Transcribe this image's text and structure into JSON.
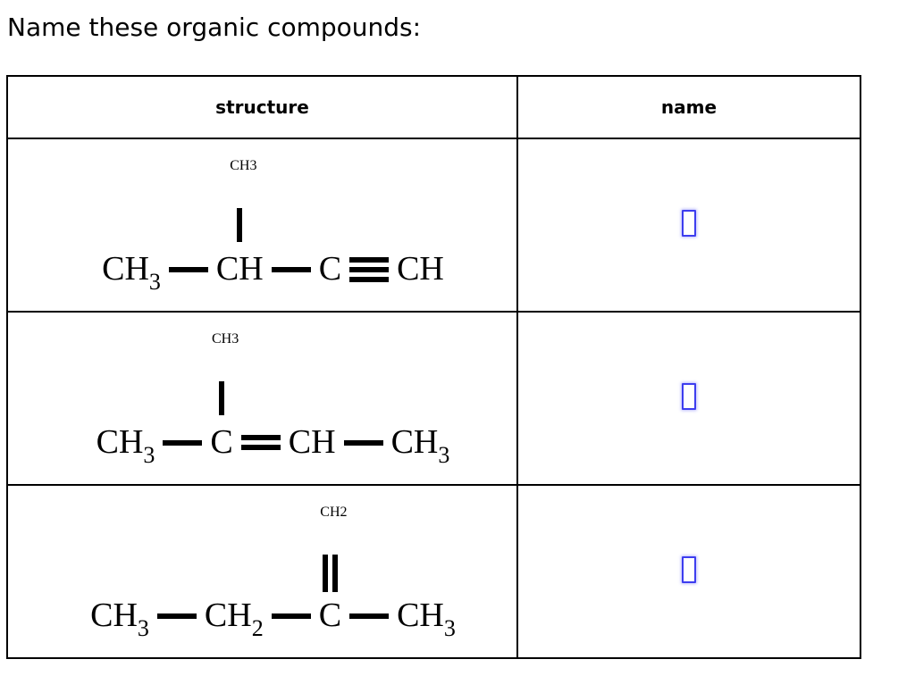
{
  "title": "Name these organic compounds:",
  "table": {
    "headers": [
      {
        "key": "structure",
        "label": "structure"
      },
      {
        "key": "name",
        "label": "name"
      }
    ],
    "rows": [
      {
        "structure": {
          "branch": {
            "main": "CH",
            "sub": "3",
            "bond_order": 1,
            "attach_index": 2
          },
          "chain": [
            {
              "main": "CH",
              "sub": "3"
            },
            {
              "bond": 1
            },
            {
              "main": "CH"
            },
            {
              "bond": 1
            },
            {
              "main": "C"
            },
            {
              "bond": 3
            },
            {
              "main": "CH"
            }
          ]
        },
        "answer": ""
      },
      {
        "structure": {
          "branch": {
            "main": "CH",
            "sub": "3",
            "bond_order": 1,
            "attach_index": 2
          },
          "chain": [
            {
              "main": "CH",
              "sub": "3"
            },
            {
              "bond": 1
            },
            {
              "main": "C"
            },
            {
              "bond": 2
            },
            {
              "main": "CH"
            },
            {
              "bond": 1
            },
            {
              "main": "CH",
              "sub": "3"
            }
          ]
        },
        "answer": ""
      },
      {
        "structure": {
          "branch": {
            "main": "CH",
            "sub": "2",
            "bond_order": 2,
            "attach_index": 4
          },
          "chain": [
            {
              "main": "CH",
              "sub": "3"
            },
            {
              "bond": 1
            },
            {
              "main": "CH",
              "sub": "2"
            },
            {
              "bond": 1
            },
            {
              "main": "C"
            },
            {
              "bond": 1
            },
            {
              "main": "CH",
              "sub": "3"
            }
          ]
        },
        "answer": ""
      }
    ]
  },
  "colors": {
    "text": "#000000",
    "bond": "#000000",
    "table_border": "#000000",
    "answer_box_border": "#3d3def"
  }
}
